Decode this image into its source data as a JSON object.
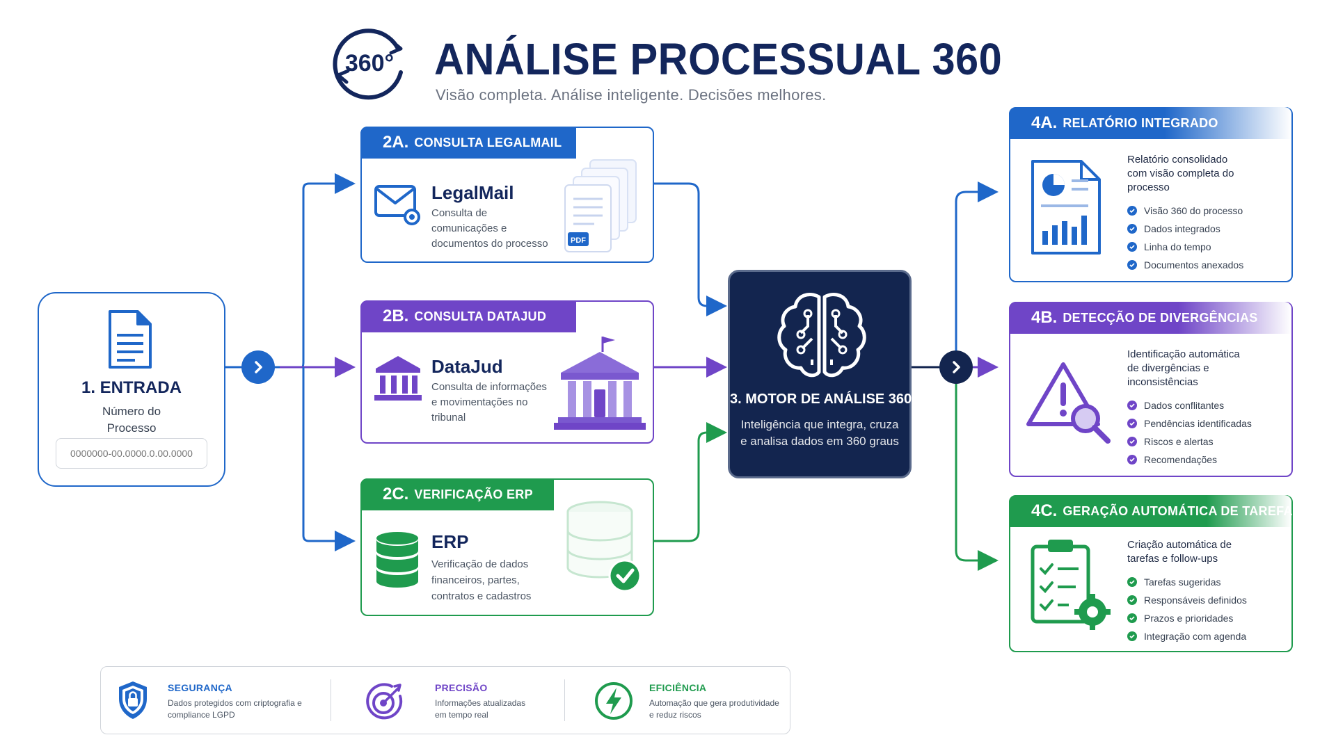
{
  "header": {
    "logo_text": "360°",
    "title": "ANÁLISE PROCESSUAL 360",
    "subtitle": "Visão completa. Análise inteligente. Decisões melhores."
  },
  "entrada": {
    "title": "1. ENTRADA",
    "subtitle": "Número do Processo",
    "input_placeholder": "0000000-00.0000.0.00.0000",
    "icon": "document-icon"
  },
  "sources": [
    {
      "code": "2A.",
      "label": "CONSULTA LEGALMAIL",
      "title": "LegalMail",
      "desc": "Consulta de comunicações e documentos do processo",
      "badge": "PDF",
      "icon": "mail-icon",
      "color": "#1f67c9"
    },
    {
      "code": "2B.",
      "label": "CONSULTA DATAJUD",
      "title": "DataJud",
      "desc": "Consulta de informações e movimentações no tribunal",
      "icon": "courthouse-icon",
      "color": "#6f45c7"
    },
    {
      "code": "2C.",
      "label": "VERIFICAÇÃO ERP",
      "title": "ERP",
      "desc": "Verificação de dados financeiros, partes, contratos e cadastros",
      "icon": "database-icon",
      "color": "#1f9b4e"
    }
  ],
  "motor": {
    "title": "3. MOTOR DE ANÁLISE 360",
    "desc": "Inteligência que integra, cruza e analisa dados em 360 graus",
    "icon": "brain-circuit-icon"
  },
  "outputs": [
    {
      "code": "4A.",
      "label": "RELATÓRIO INTEGRADO",
      "desc": "Relatório consolidado com visão completa do processo",
      "items": [
        "Visão 360 do processo",
        "Dados integrados",
        "Linha do tempo",
        "Documentos anexados"
      ],
      "icon": "report-chart-icon",
      "color": "#1f67c9"
    },
    {
      "code": "4B.",
      "label": "DETECÇÃO DE DIVERGÊNCIAS",
      "desc": "Identificação automática de divergências e inconsistências",
      "items": [
        "Dados conflitantes",
        "Pendências identificadas",
        "Riscos e alertas",
        "Recomendações"
      ],
      "icon": "warning-search-icon",
      "color": "#6f45c7"
    },
    {
      "code": "4C.",
      "label": "GERAÇÃO AUTOMÁTICA DE TAREFAS",
      "desc": "Criação automática de tarefas e follow-ups",
      "items": [
        "Tarefas sugeridas",
        "Responsáveis definidos",
        "Prazos e prioridades",
        "Integração com agenda"
      ],
      "icon": "clipboard-gear-icon",
      "color": "#1f9b4e"
    }
  ],
  "footer": [
    {
      "title": "SEGURANÇA",
      "desc": "Dados protegidos com criptografia e compliance LGPD",
      "icon": "shield-lock-icon",
      "color": "#1f67c9"
    },
    {
      "title": "PRECISÃO",
      "desc": "Informações atualizadas em tempo real",
      "icon": "target-icon",
      "color": "#6f45c7"
    },
    {
      "title": "EFICIÊNCIA",
      "desc": "Automação que gera produtividade e reduz riscos",
      "icon": "lightning-icon",
      "color": "#1f9b4e"
    }
  ]
}
